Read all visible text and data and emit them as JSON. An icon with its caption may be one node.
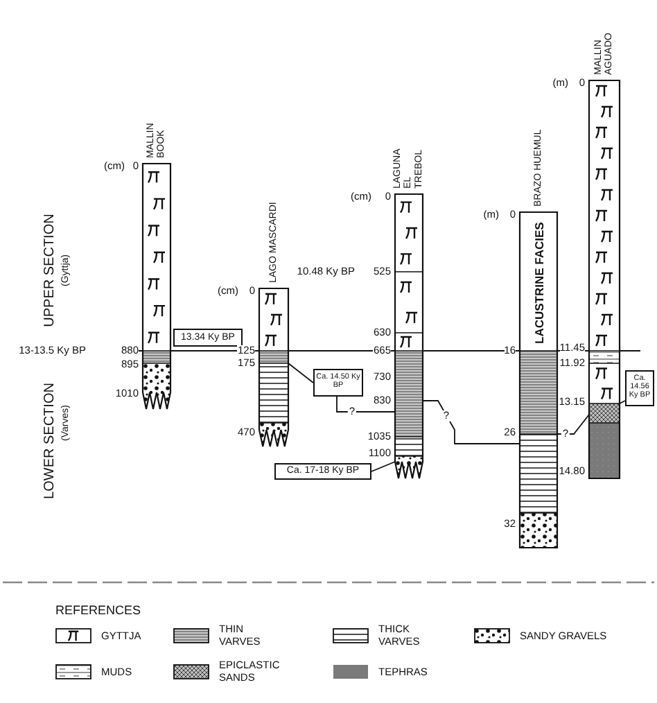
{
  "diagram": {
    "nodes": [
      {
        "text": [
          "MALLIN BOOK"
        ]
      },
      {
        "text": [
          "13.34 Ky BP"
        ]
      },
      {
        "text": [
          "LAGO MASCARDI"
        ]
      },
      {
        "text": [
          "Ca. 14.50 Ky BP"
        ]
      },
      {
        "text": [
          "LAGUNA EL TREBOL"
        ]
      },
      {
        "text": [
          "Ca. 17-18 Ky BP"
        ]
      },
      {
        "text": [
          "BRAZO HUEMUL",
          "LACUSTRINE FACIES"
        ]
      },
      {
        "text": [
          "MALLIN AGUADO"
        ]
      },
      {
        "text": [
          "Ca. 14.56 Ky BP"
        ]
      }
    ],
    "edges": [
      {
        "from": 3,
        "to": 2,
        "arrow": "none"
      },
      {
        "from": 3,
        "to": 4,
        "arrow": "none",
        "label": "?"
      },
      {
        "from": 4,
        "to": 6,
        "arrow": "none",
        "label": "?"
      },
      {
        "from": 6,
        "to": 7,
        "arrow": "none",
        "label": "?"
      },
      {
        "from": 5,
        "to": 4,
        "arrow": "none"
      },
      {
        "from": 8,
        "to": 7,
        "arrow": "none"
      }
    ],
    "labels": [
      "UPPER SECTION",
      "(Gyttja)",
      "13-13.5 Ky BP",
      "LOWER SECTION",
      "(Varves)",
      "(cm)",
      "0",
      "880",
      "895",
      "1010",
      "(cm)",
      "0",
      "125",
      "175",
      "470",
      "(cm)",
      "0",
      "10.48 Ky BP",
      "525",
      "630",
      "665",
      "730",
      "830",
      "1035",
      "1100",
      "(m)",
      "0",
      "16",
      "26",
      "32",
      "(m)",
      "0",
      "11.45",
      "11.92",
      "13.15",
      "14.80",
      "REFERENCES"
    ],
    "legend": [
      {
        "text": "GYTTJA"
      },
      {
        "text": "THIN VARVES"
      },
      {
        "text": "THICK VARVES"
      },
      {
        "text": "SANDY GRAVELS"
      },
      {
        "text": "MUDS"
      },
      {
        "text": "EPICLASTIC SANDS"
      },
      {
        "text": "TEPHRAS",
        "color": "#7a7a7a"
      }
    ]
  }
}
